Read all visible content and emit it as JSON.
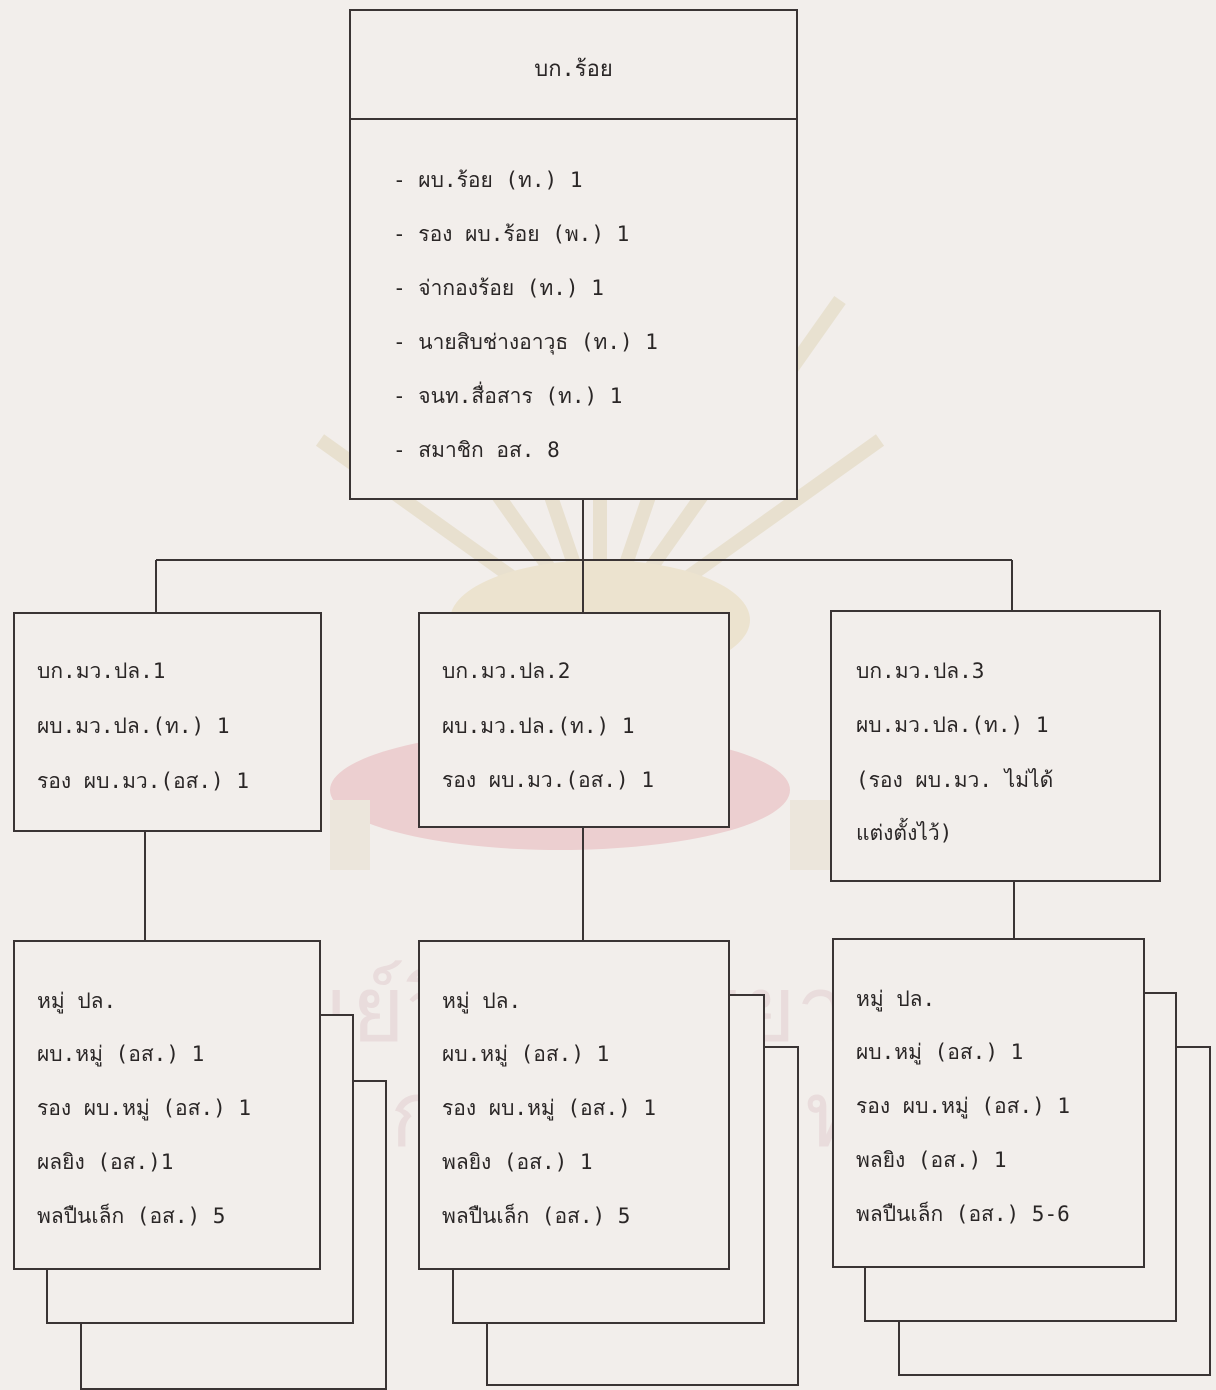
{
  "hq": {
    "title": "บก.ร้อย",
    "items": [
      "- ผบ.ร้อย (ท.) 1",
      "- รอง ผบ.ร้อย (พ.) 1",
      "- จ่ากองร้อย (ท.) 1",
      "- นายสิบช่างอาวุธ (ท.) 1",
      "- จนท.สื่อสาร (ท.) 1",
      "- สมาชิก อส. 8"
    ]
  },
  "platoons": [
    {
      "title": "บก.มว.ปล.1",
      "lines": [
        "ผบ.มว.ปล.(ท.) 1",
        "รอง ผบ.มว.(อส.) 1"
      ]
    },
    {
      "title": "บก.มว.ปล.2",
      "lines": [
        "ผบ.มว.ปล.(ท.) 1",
        "รอง ผบ.มว.(อส.) 1"
      ]
    },
    {
      "title": "บก.มว.ปล.3",
      "lines": [
        "ผบ.มว.ปล.(ท.) 1",
        "(รอง ผบ.มว. ไม่ได้",
        "แต่งตั้งไว้)"
      ]
    }
  ],
  "squads": [
    {
      "title": "หมู่ ปล.",
      "lines": [
        "ผบ.หมู่ (อส.) 1",
        "รอง ผบ.หมู่ (อส.) 1",
        "ผลยิง (อส.)1",
        "พลปืนเล็ก (อส.) 5"
      ]
    },
    {
      "title": "หมู่ ปล.",
      "lines": [
        "ผบ.หมู่ (อส.) 1",
        "รอง ผบ.หมู่ (อส.) 1",
        "พลยิง (อส.) 1",
        "พลปืนเล็ก (อส.) 5"
      ]
    },
    {
      "title": "หมู่ ปล.",
      "lines": [
        "ผบ.หมู่ (อส.) 1",
        "รอง ผบ.หมู่ (อส.) 1",
        "พลยิง (อส.) 1",
        "พลปืนเล็ก (อส.) 5-6"
      ]
    }
  ],
  "watermark": {
    "line1": "ศูนย์วิทยทรัพยากร",
    "line2": "จุฬาลงกรณ์มหาวิทยาลัย",
    "colors": {
      "emblem": "#e7dfcd",
      "ribbon": "#eccfd0",
      "text": "#e9dcdc"
    }
  },
  "colors": {
    "background": "#f2eeeb",
    "ink": "#3a3434"
  }
}
